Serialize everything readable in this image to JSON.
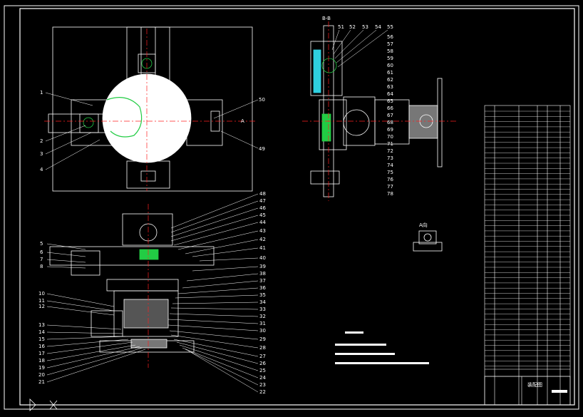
{
  "balloons_left": [
    "1",
    "2",
    "3",
    "4"
  ],
  "balloons_right": [
    "50",
    "49"
  ],
  "arrow_label": "A",
  "balloons_lower_left": [
    "5",
    "6",
    "7",
    "8",
    "10",
    "11",
    "12",
    "13",
    "14",
    "15",
    "16",
    "17",
    "18",
    "19",
    "20",
    "21"
  ],
  "balloons_lower_right": [
    "48",
    "47",
    "46",
    "45",
    "44",
    "43",
    "42",
    "41",
    "40",
    "39",
    "38",
    "37",
    "36",
    "35",
    "34",
    "33",
    "32",
    "31",
    "30",
    "29",
    "28",
    "27",
    "26",
    "25",
    "24",
    "23",
    "22"
  ],
  "section_label": "B-B",
  "section_top_numbers": [
    "51",
    "52",
    "53",
    "54",
    "55"
  ],
  "section_right_numbers": [
    "56",
    "57",
    "58",
    "59",
    "60",
    "61",
    "62",
    "63",
    "64",
    "65",
    "66",
    "67",
    "68",
    "69",
    "70",
    "71",
    "72",
    "73",
    "74",
    "75",
    "76",
    "77",
    "78"
  ],
  "view_a_label": "A向",
  "title_block_label": "装配图",
  "colors": {
    "line": "#ffffff",
    "center": "#ff2020",
    "hatch": "#22cc44",
    "cyan": "#2fd0e0",
    "yellow": "#e8e020",
    "mag": "#ff40ff"
  }
}
